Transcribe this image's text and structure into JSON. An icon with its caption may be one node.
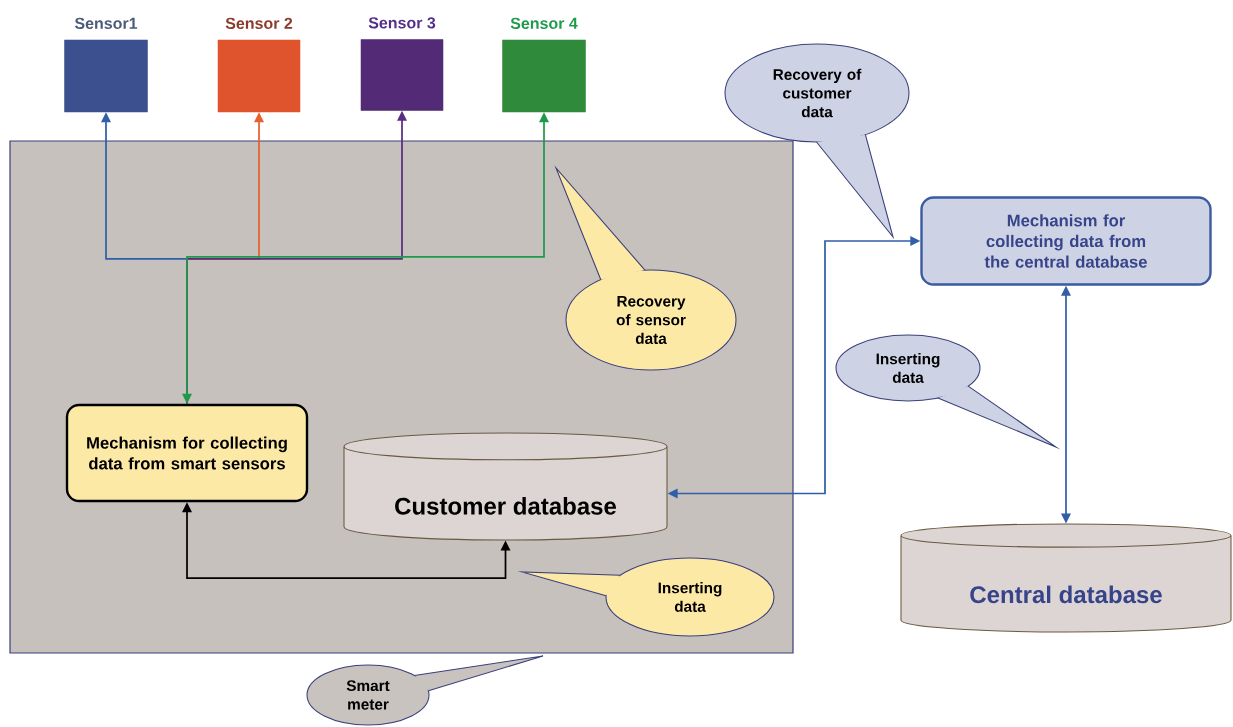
{
  "diagram": {
    "nodes": [
      {
        "text": [
          "Sensor1"
        ]
      },
      {
        "text": [
          "Sensor 2"
        ]
      },
      {
        "text": [
          "Sensor 3"
        ]
      },
      {
        "text": [
          "Sensor 4"
        ]
      },
      {
        "text": [
          "Recovery of customer data"
        ]
      },
      {
        "text": [],
        "shape": "box"
      },
      {
        "text": [
          "Recovery of sensor data"
        ],
        "in": 5
      },
      {
        "text": [
          "Mechanism for collecting data from the central database"
        ]
      },
      {
        "text": [
          "Inserting data"
        ]
      },
      {
        "text": [
          "Mechanism for collecting data from smart sensors"
        ],
        "in": 5
      },
      {
        "text": [
          "Customer database"
        ],
        "in": 5
      },
      {
        "text": [
          "Inserting data"
        ],
        "in": 5
      },
      {
        "text": [
          "Central database"
        ]
      },
      {
        "text": [
          "Smart meter"
        ]
      }
    ],
    "edges": [
      {
        "from": 9,
        "to": 0,
        "arrow": "to"
      },
      {
        "from": 9,
        "to": 1,
        "arrow": "to",
        "color": "#e8602c"
      },
      {
        "from": 9,
        "to": 2,
        "arrow": "to",
        "color": "#5a2d82"
      },
      {
        "from": 9,
        "to": 3,
        "arrow": "both",
        "color": "#1f9a4a"
      },
      {
        "from": 9,
        "to": 10,
        "arrow": "both",
        "color": "#000000"
      },
      {
        "from": 10,
        "to": 7,
        "arrow": "both"
      },
      {
        "from": 7,
        "to": 12,
        "arrow": "both"
      }
    ]
  }
}
